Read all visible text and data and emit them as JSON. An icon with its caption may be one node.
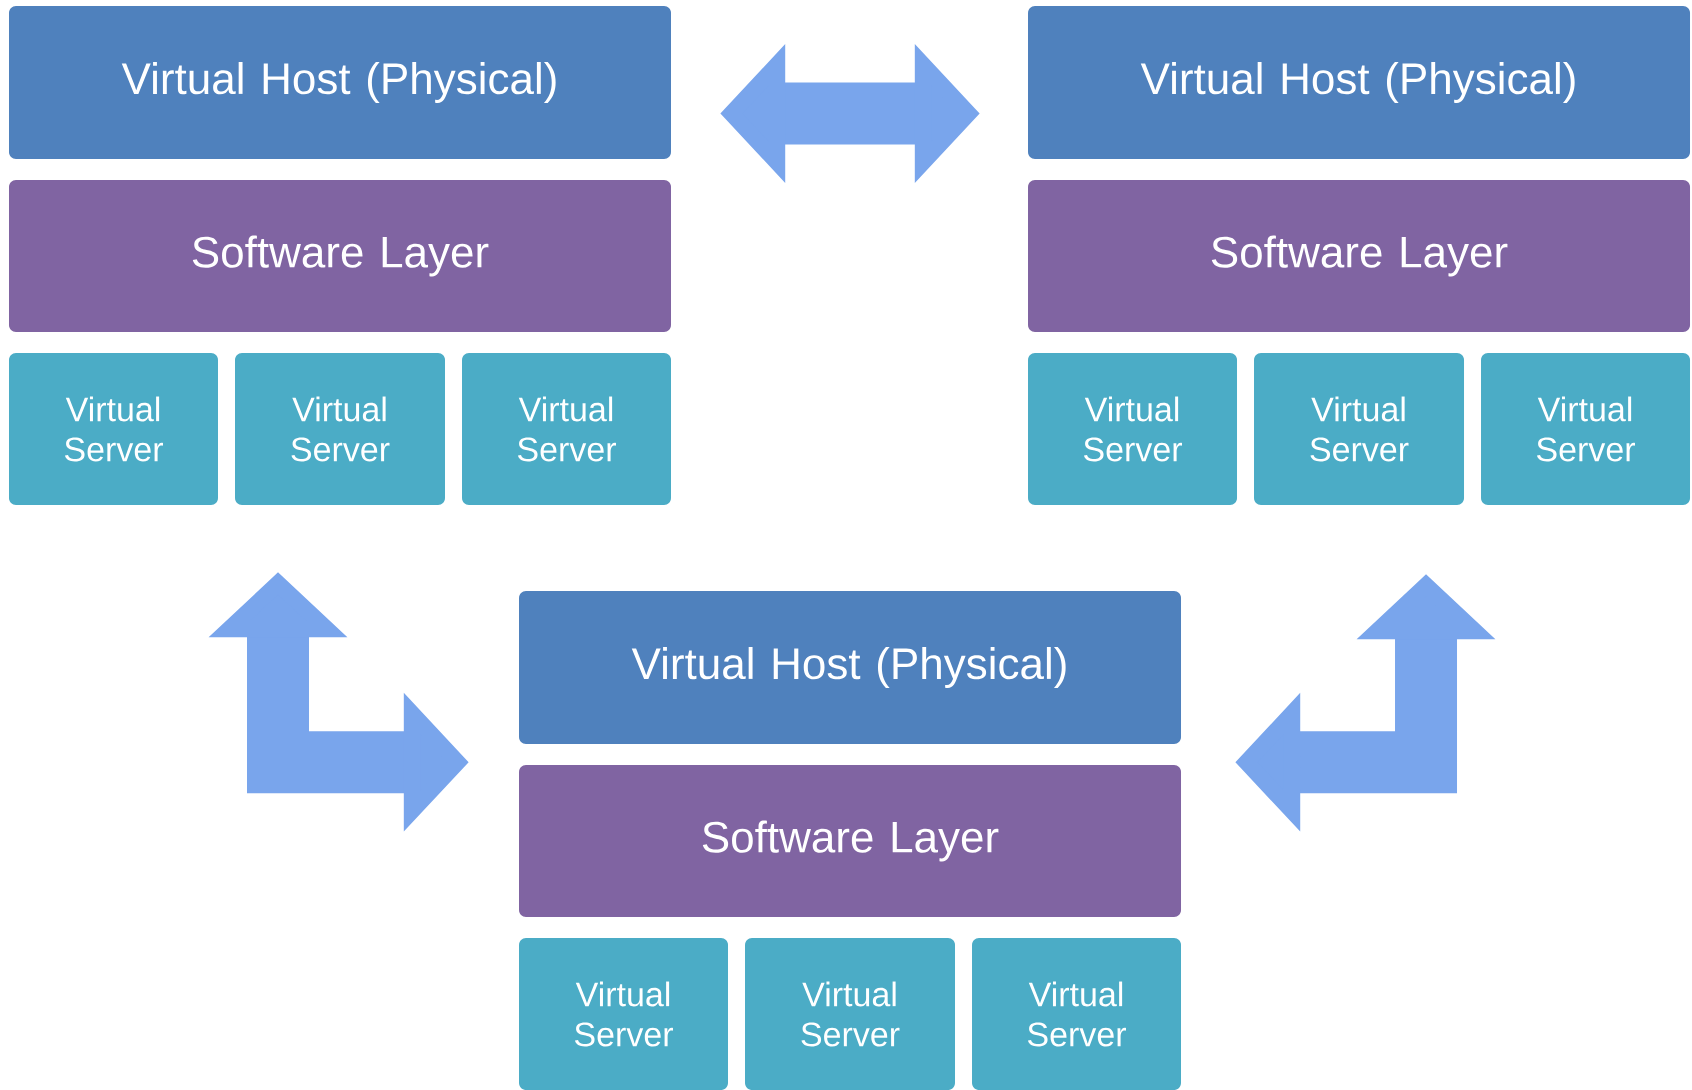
{
  "diagram": {
    "nodes": [
      {
        "text": [
          "Virtual Host (Physical)"
        ]
      },
      {
        "text": [
          "Software Layer"
        ]
      },
      {
        "text": [
          "Virtual Server"
        ]
      },
      {
        "text": [
          "Virtual Server"
        ]
      },
      {
        "text": [
          "Virtual Server"
        ]
      },
      {
        "text": [
          "Virtual Host (Physical)"
        ]
      },
      {
        "text": [
          "Software Layer"
        ]
      },
      {
        "text": [
          "Virtual Server"
        ]
      },
      {
        "text": [
          "Virtual Server"
        ]
      },
      {
        "text": [
          "Virtual Server"
        ]
      },
      {
        "text": [
          "Virtual Host (Physical)"
        ]
      },
      {
        "text": [
          "Software Layer"
        ]
      },
      {
        "text": [
          "Virtual Server"
        ]
      },
      {
        "text": [
          "Virtual Server"
        ]
      },
      {
        "text": [
          "Virtual Server"
        ]
      }
    ],
    "edges": [
      {
        "from": 0,
        "to": 5,
        "arrow": "both"
      },
      {
        "from": 3,
        "to": 10,
        "arrow": "both"
      },
      {
        "from": 10,
        "to": 8,
        "arrow": "both"
      }
    ]
  }
}
